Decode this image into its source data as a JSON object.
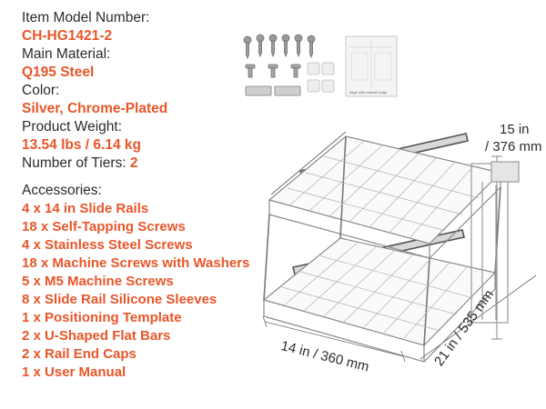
{
  "specs": {
    "model_label": "Item Model Number:",
    "model_value": "CH-HG1421-2",
    "material_label": "Main Material:",
    "material_value": "Q195 Steel",
    "color_label": "Color:",
    "color_value": "Silver, Chrome-Plated",
    "weight_label": "Product Weight:",
    "weight_value": "13.54 lbs / 6.14 kg",
    "tiers_label": "Number of Tiers:",
    "tiers_value": "2"
  },
  "accessories": {
    "heading": "Accessories:",
    "items": [
      "4 x 14 in Slide Rails",
      "18 x Self-Tapping Screws",
      "4 x Stainless Steel Screws",
      "18 x Machine Screws with Washers",
      "5 x M5 Machine Screws",
      "8 x Slide Rail Silicone Sleeves",
      "1 x Positioning Template",
      "2 x U-Shaped Flat Bars",
      "2 x Rail End Caps",
      "1 x User Manual"
    ]
  },
  "dimensions": {
    "height_line1": "15 in",
    "height_line2": "/ 376 mm",
    "width": "14 in / 360 mm",
    "depth": "21 in / 535 mm"
  },
  "template_caption": "Align with cabinet edge",
  "colors": {
    "accent": "#e8562a",
    "text": "#2b2b2b",
    "wire": "#8a8a8a"
  }
}
